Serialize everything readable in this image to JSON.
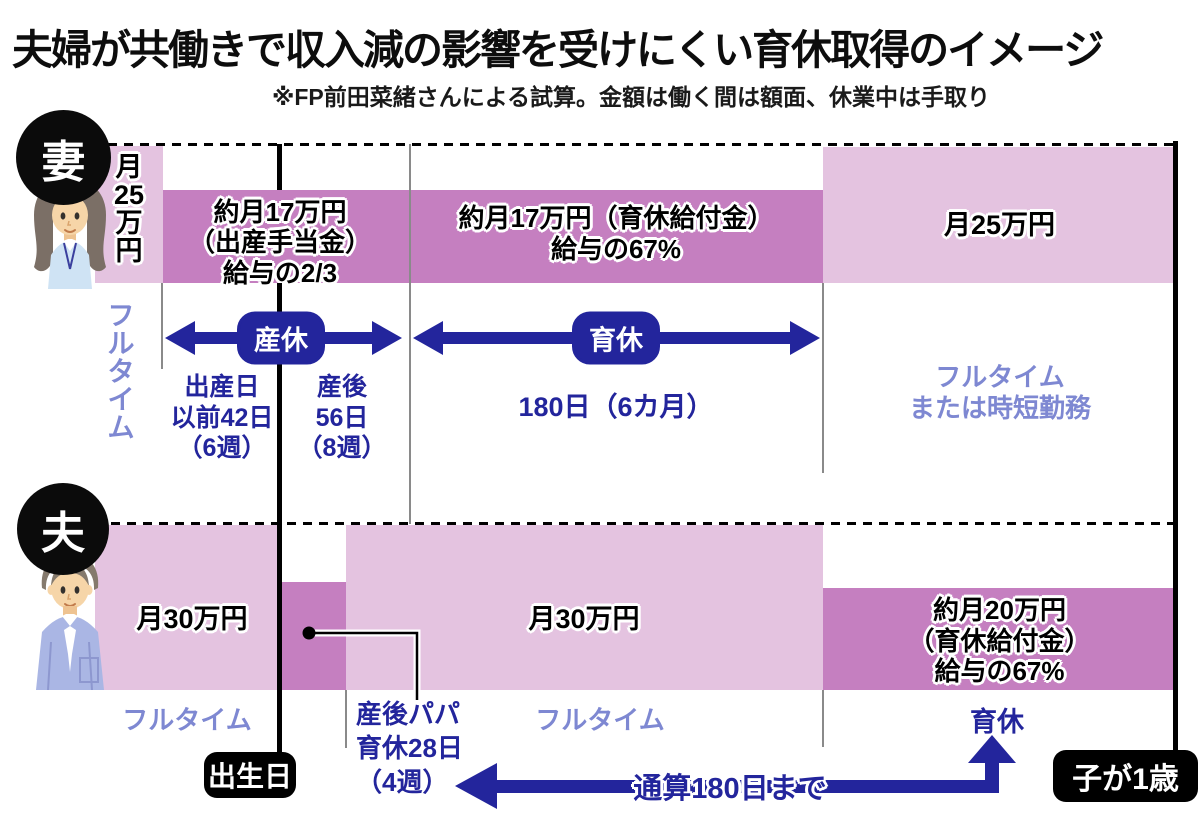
{
  "header": {
    "title": "夫婦が共働きで収入減の影響を受けにくい育休取得のイメージ",
    "note": "※FP前田菜緒さんによる試算。金額は働く間は額面、休業中は手取り"
  },
  "colors": {
    "bar_light_pink": "#e4c3e0",
    "bar_dark_pink": "#c57fc0",
    "accent_blue": "#23259c",
    "status_light_blue": "#7e88d2",
    "line_gray": "#8a8a8a",
    "ink": "#0d0d0d"
  },
  "wife": {
    "badge": "妻",
    "salary_before_vertical": "月25万円",
    "maternity_allowance": [
      "約月17万円",
      "（出産手当金）",
      "給与の2/3"
    ],
    "parental_benefit": [
      "約月17万円（育休給付金）",
      "給与の67%"
    ],
    "salary_after": "月25万円",
    "status_before_vertical": "フルタイム",
    "arrow_maternity_label": "産休",
    "arrow_parental_label": "育休",
    "period_before_birth": [
      "出産日",
      "以前42日",
      "（6週）"
    ],
    "period_after_birth": [
      "産後",
      "56日",
      "（8週）"
    ],
    "period_parental": "180日（6カ月）",
    "status_after": [
      "フルタイム",
      "または時短勤務"
    ]
  },
  "husband": {
    "badge": "夫",
    "salary_first": "月30万円",
    "salary_second": "月30万円",
    "parental_benefit": [
      "約月20万円",
      "（育休給付金）",
      "給与の67%"
    ],
    "status_first": "フルタイム",
    "papa_leave": [
      "産後パパ",
      "育休28日",
      "（4週）"
    ],
    "status_second": "フルタイム",
    "status_third": "育休",
    "total_label": "通算180日まで"
  },
  "timeline": {
    "birth": "出生日",
    "age_one": "子が1歳"
  }
}
